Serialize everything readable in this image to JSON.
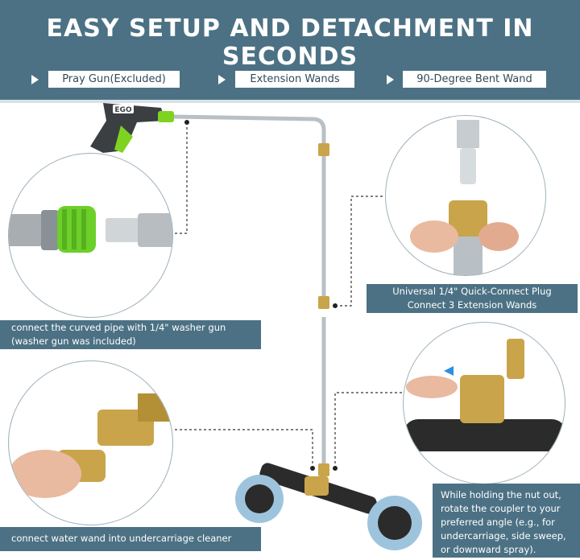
{
  "header": {
    "title": "EASY SETUP AND DETACHMENT IN SECONDS",
    "steps": [
      {
        "label": "Pray Gun(Excluded)"
      },
      {
        "label": "Extension Wands"
      },
      {
        "label": "90-Degree Bent Wand"
      }
    ]
  },
  "captions": {
    "quick_connect": {
      "line1": "Universal 1/4\" Quick-Connect Plug",
      "line2": "Connect 3 Extension Wands"
    },
    "curved_pipe": {
      "line1": "connect the curved pipe with 1/4\" washer gun",
      "line2": "(washer gun was included)"
    },
    "water_wand": {
      "line1": "connect water wand into undercarriage cleaner"
    },
    "nut_rotate": {
      "line1": "While holding the nut out,",
      "line2": "rotate the coupler to your",
      "line3": "preferred angle (e.g., for",
      "line4": "undercarriage, side sweep,",
      "line5": "or downward spray)."
    }
  },
  "graphics": {
    "gun_brand": "EGO",
    "colors": {
      "header_bg": "#4c7184",
      "accent_green": "#7ed321",
      "brass": "#c9a44a",
      "steel": "#b9c0c5",
      "wheel": "#9ec4dd"
    }
  }
}
